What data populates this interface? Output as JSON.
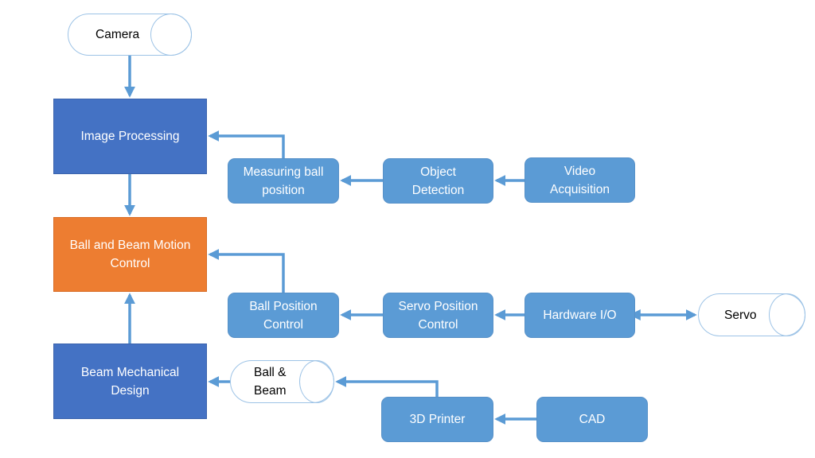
{
  "diagram": {
    "type": "flowchart",
    "colors": {
      "primary_block": "#4472c4",
      "control_block": "#ed7d31",
      "process_block": "#5b9bd5",
      "connector": "#5b9bd5",
      "storage_outline": "#9dc3e6"
    },
    "nodes": {
      "camera": {
        "label": "Camera",
        "shape": "cylinder"
      },
      "image_processing": {
        "label": "Image Processing",
        "shape": "rectangle"
      },
      "measuring_ball_position": {
        "label": "Measuring ball\nposition",
        "shape": "rounded-rectangle"
      },
      "object_detection": {
        "label": "Object\nDetection",
        "shape": "rounded-rectangle"
      },
      "video_acquisition": {
        "label": "Video\nAcquisition",
        "shape": "rounded-rectangle"
      },
      "motion_control": {
        "label": "Ball and Beam Motion\nControl",
        "shape": "rectangle"
      },
      "ball_position_control": {
        "label": "Ball Position\nControl",
        "shape": "rounded-rectangle"
      },
      "servo_position_control": {
        "label": "Servo Position\nControl",
        "shape": "rounded-rectangle"
      },
      "hardware_io": {
        "label": "Hardware I/O",
        "shape": "rounded-rectangle"
      },
      "servo": {
        "label": "Servo",
        "shape": "cylinder"
      },
      "beam_mechanical_design": {
        "label": "Beam Mechanical\nDesign",
        "shape": "rectangle"
      },
      "ball_and_beam": {
        "label": "Ball &\nBeam",
        "shape": "cylinder"
      },
      "printer_3d": {
        "label": "3D Printer",
        "shape": "rounded-rectangle"
      },
      "cad": {
        "label": "CAD",
        "shape": "rounded-rectangle"
      }
    },
    "edges": [
      {
        "from": "camera",
        "to": "image_processing"
      },
      {
        "from": "image_processing",
        "to": "motion_control"
      },
      {
        "from": "measuring_ball_position",
        "to": "image_processing"
      },
      {
        "from": "object_detection",
        "to": "measuring_ball_position"
      },
      {
        "from": "video_acquisition",
        "to": "object_detection"
      },
      {
        "from": "beam_mechanical_design",
        "to": "motion_control"
      },
      {
        "from": "ball_position_control",
        "to": "motion_control"
      },
      {
        "from": "servo_position_control",
        "to": "ball_position_control"
      },
      {
        "from": "hardware_io",
        "to": "servo_position_control"
      },
      {
        "from": "hardware_io",
        "to": "servo",
        "bidirectional": true
      },
      {
        "from": "ball_and_beam",
        "to": "beam_mechanical_design"
      },
      {
        "from": "printer_3d",
        "to": "ball_and_beam"
      },
      {
        "from": "cad",
        "to": "printer_3d"
      }
    ]
  }
}
